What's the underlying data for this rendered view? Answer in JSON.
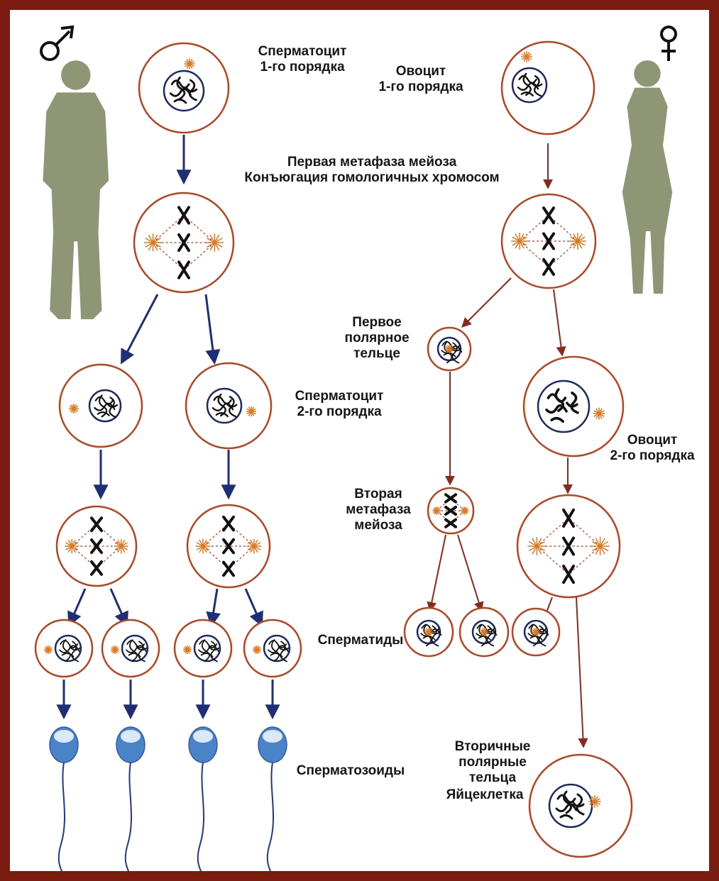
{
  "colors": {
    "frame": "#7a1b10",
    "cell_outline": "#b8441f",
    "male_arrow": "#1e2f78",
    "female_arrow": "#8a2a1c",
    "silhouette": "#8f9676",
    "centrosome": "#e07820",
    "chromosome": "#111111",
    "nucleus_outline": "#1a2a66",
    "sperm_head": "#4a83c8",
    "sperm_cap": "#dbe8f7",
    "sperm_tail": "#1f3a88"
  },
  "symbols": {
    "male": "male-symbol-icon",
    "female": "female-symbol-icon"
  },
  "labels": {
    "spermatocyte1": "Сперматоцит\n1-го порядка",
    "oocyte1": "Овоцит\n1-го порядка",
    "metaphase1": "Первая метафаза мейоза\nКонъюгация гомологичных хромосом",
    "first_polar": "Первое\nполярное\nтельце",
    "spermatocyte2": "Сперматоцит\n2-го порядка",
    "oocyte2": "Овоцит\n2-го порядка",
    "metaphase2": "Вторая\nметафаза\nмейоза",
    "spermatids": "Сперматиды",
    "secondary_polar": "Вторичные\nполярные\nтельца",
    "spermatozoa": "Сперматозоиды",
    "egg": "Яйцеклетка"
  }
}
